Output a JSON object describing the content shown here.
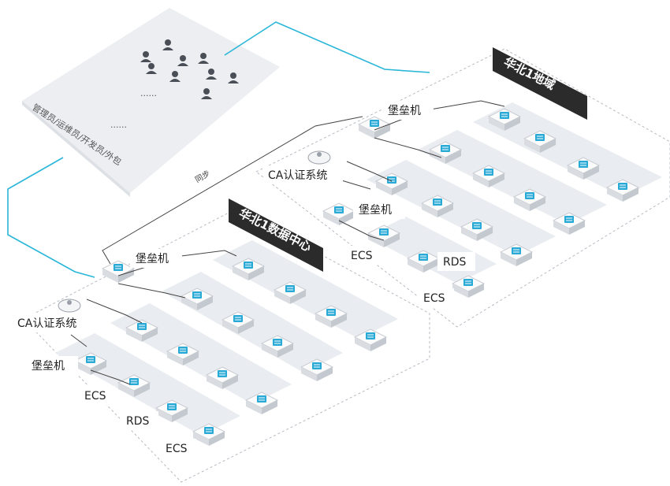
{
  "users": {
    "label": "管理员/运维员/开发员/外包",
    "ellipsis": "......"
  },
  "sync_label": "同步",
  "region_north": {
    "title": "华北1地域",
    "labels": {
      "bastion_top": "堡垒机",
      "ca": "CA认证系统",
      "bastion": "堡垒机",
      "ecs_a": "ECS",
      "rds": "RDS",
      "ecs_b": "ECS"
    }
  },
  "datacenter": {
    "title": "华北1数据中心",
    "labels": {
      "bastion_top": "堡垒机",
      "ca": "CA认证系统",
      "bastion": "堡垒机",
      "ecs_a": "ECS",
      "rds": "RDS",
      "ecs_b": "ECS"
    }
  },
  "colors": {
    "connector": "#29b6d8",
    "line": "#444444",
    "region_tag": "#2b2b2b",
    "node_icon": "#29a9d6",
    "panel": "#e9ecf0"
  }
}
